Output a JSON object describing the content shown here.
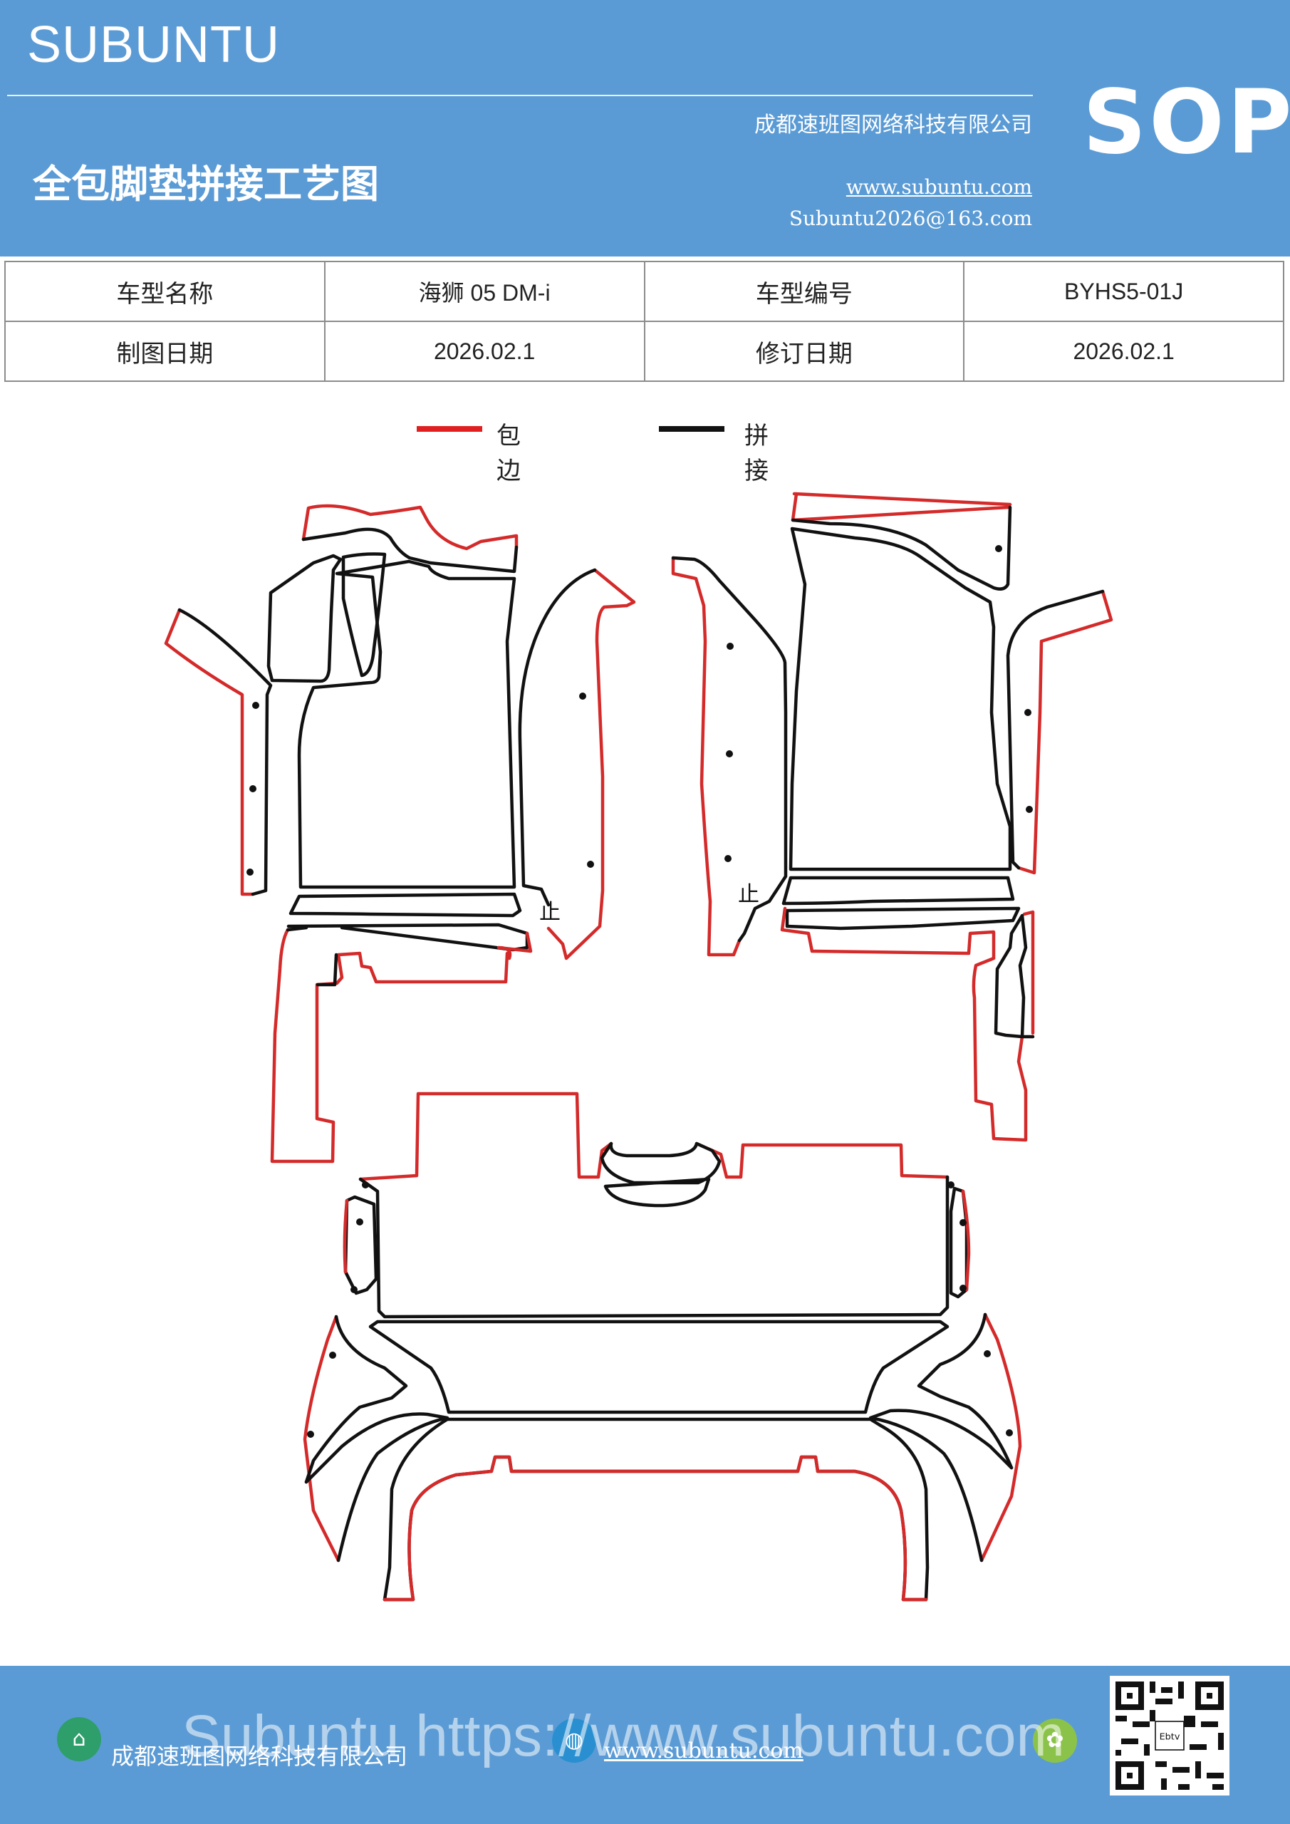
{
  "header": {
    "brand": "SUBUNTU",
    "title": "全包脚垫拼接工艺图",
    "company": "成都速班图网络科技有限公司",
    "website": "www.subuntu.com",
    "email": "Subuntu2026@163.com",
    "badge": "SOP"
  },
  "info_table": {
    "model_name_label": "车型名称",
    "model_name": "海狮 05  DM-i",
    "model_code_label": "车型编号",
    "model_code": "BYHS5-01J",
    "draw_date_label": "制图日期",
    "draw_date": "2026.02.1",
    "revise_date_label": "修订日期",
    "revise_date": "2026.02.1"
  },
  "legend": {
    "items": [
      {
        "label": "包边",
        "color": "#e02020"
      },
      {
        "label": "拼接",
        "color": "#111111"
      }
    ]
  },
  "diagram": {
    "stop_marks": [
      "止",
      "止"
    ],
    "colors": {
      "edge": "#d42a2a",
      "seam": "#111111"
    }
  },
  "footer": {
    "company": "成都速班图网络科技有限公司",
    "website": "www.subuntu.com",
    "watermark": "Subuntu https://www.subuntu.com",
    "qr_center": "Ebtv"
  }
}
